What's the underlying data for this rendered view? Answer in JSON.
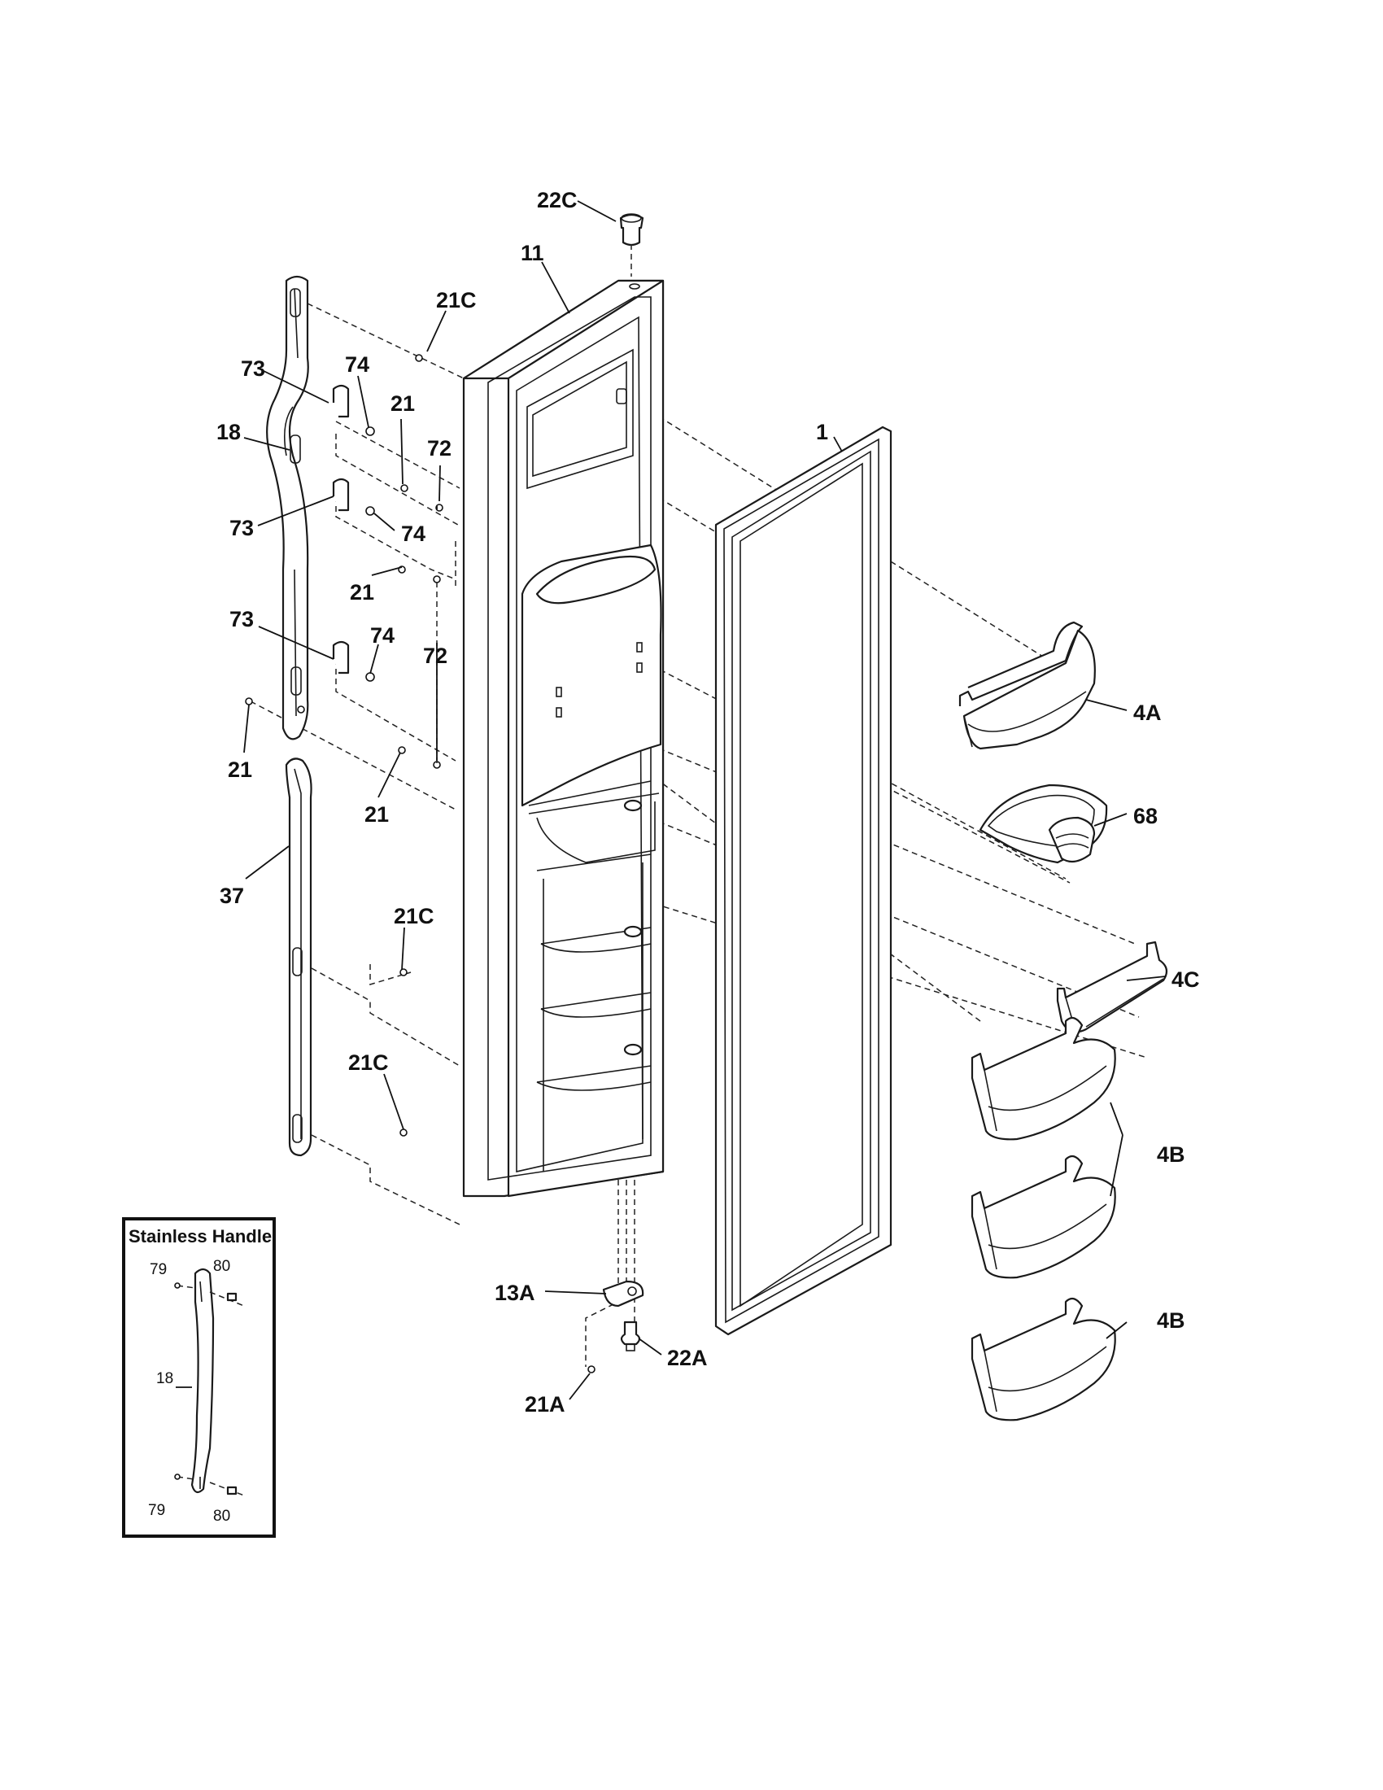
{
  "labels": {
    "l22C": "22C",
    "l11": "11",
    "l21C_top": "21C",
    "l1": "1",
    "l73_a": "73",
    "l74_a": "74",
    "l21_a": "21",
    "l18": "18",
    "l72_a": "72",
    "l73_b": "73",
    "l74_b": "74",
    "l21_b": "21",
    "l73_c": "73",
    "l74_c": "74",
    "l72_b": "72",
    "l21_c": "21",
    "l21_d": "21",
    "l37": "37",
    "l21C_mid": "21C",
    "l21C_low": "21C",
    "l4A": "4A",
    "l68": "68",
    "l4C": "4C",
    "l4B_a": "4B",
    "l4B_b": "4B",
    "l13A": "13A",
    "l22A": "22A",
    "l21A": "21A"
  },
  "inset": {
    "title": "Stainless Handle",
    "l79_top": "79",
    "l80_top": "80",
    "l18": "18",
    "l79_bot": "79",
    "l80_bot": "80"
  }
}
